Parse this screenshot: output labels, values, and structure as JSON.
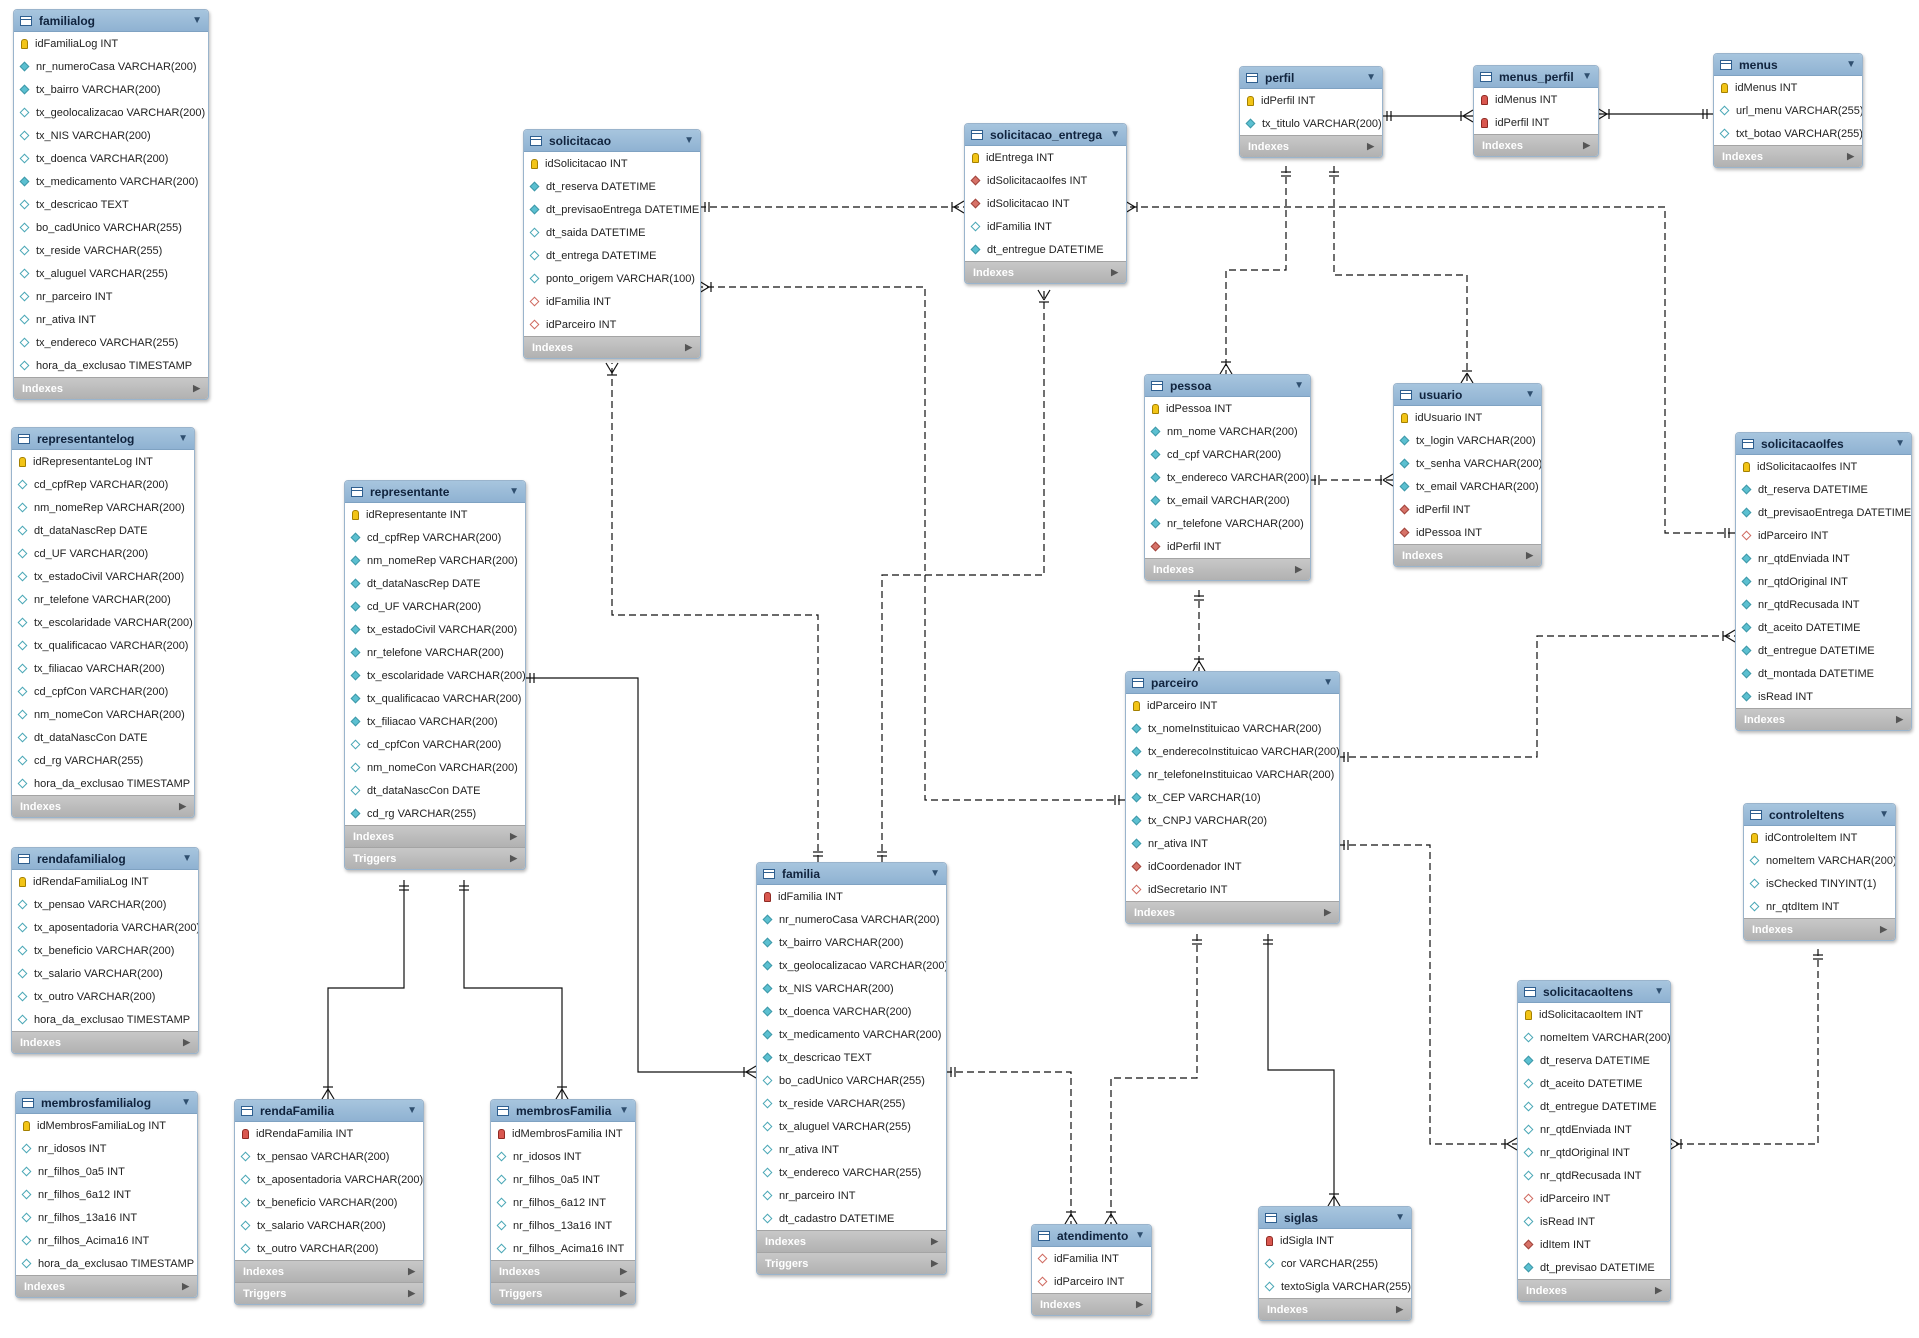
{
  "colors": {
    "header": "#97b9d6",
    "section": "#bcbcbc",
    "line": "#111111",
    "primary_key": "#f2c417",
    "not_null": "#5bc0d1",
    "foreign_key": "#d77268"
  },
  "icons": {
    "table": "table-icon",
    "menu": "chevron-down-icon",
    "section": "chevron-right-icon",
    "primary_key": "key-icon",
    "column": "diamond-icon"
  },
  "tables": [
    {
      "id": "familialog",
      "name": "familialog",
      "columns": [
        {
          "text": "idFamiliaLog INT",
          "kind": "pk"
        },
        {
          "text": "nr_numeroCasa VARCHAR(200)",
          "kind": "nn"
        },
        {
          "text": "tx_bairro VARCHAR(200)",
          "kind": "nn"
        },
        {
          "text": "tx_geolocalizacao VARCHAR(200)",
          "kind": "nul"
        },
        {
          "text": "tx_NIS VARCHAR(200)",
          "kind": "nul"
        },
        {
          "text": "tx_doenca VARCHAR(200)",
          "kind": "nul"
        },
        {
          "text": "tx_medicamento VARCHAR(200)",
          "kind": "nn"
        },
        {
          "text": "tx_descricao TEXT",
          "kind": "nul"
        },
        {
          "text": "bo_cadUnico VARCHAR(255)",
          "kind": "nul"
        },
        {
          "text": "tx_reside VARCHAR(255)",
          "kind": "nul"
        },
        {
          "text": "tx_aluguel VARCHAR(255)",
          "kind": "nul"
        },
        {
          "text": "nr_parceiro INT",
          "kind": "nul"
        },
        {
          "text": "nr_ativa INT",
          "kind": "nul"
        },
        {
          "text": "tx_endereco VARCHAR(255)",
          "kind": "nul"
        },
        {
          "text": "hora_da_exclusao TIMESTAMP",
          "kind": "nul"
        }
      ],
      "sections": [
        "Indexes"
      ]
    },
    {
      "id": "representantelog",
      "name": "representantelog",
      "columns": [
        {
          "text": "idRepresentanteLog INT",
          "kind": "pk"
        },
        {
          "text": "cd_cpfRep VARCHAR(200)",
          "kind": "nul"
        },
        {
          "text": "nm_nomeRep VARCHAR(200)",
          "kind": "nul"
        },
        {
          "text": "dt_dataNascRep DATE",
          "kind": "nul"
        },
        {
          "text": "cd_UF VARCHAR(200)",
          "kind": "nul"
        },
        {
          "text": "tx_estadoCivil VARCHAR(200)",
          "kind": "nul"
        },
        {
          "text": "nr_telefone VARCHAR(200)",
          "kind": "nul"
        },
        {
          "text": "tx_escolaridade VARCHAR(200)",
          "kind": "nul"
        },
        {
          "text": "tx_qualificacao VARCHAR(200)",
          "kind": "nul"
        },
        {
          "text": "tx_filiacao VARCHAR(200)",
          "kind": "nul"
        },
        {
          "text": "cd_cpfCon VARCHAR(200)",
          "kind": "nul"
        },
        {
          "text": "nm_nomeCon VARCHAR(200)",
          "kind": "nul"
        },
        {
          "text": "dt_dataNascCon DATE",
          "kind": "nul"
        },
        {
          "text": "cd_rg VARCHAR(255)",
          "kind": "nul"
        },
        {
          "text": "hora_da_exclusao TIMESTAMP",
          "kind": "nul"
        }
      ],
      "sections": [
        "Indexes"
      ]
    },
    {
      "id": "rendafamilialog",
      "name": "rendafamilialog",
      "columns": [
        {
          "text": "idRendaFamiliaLog INT",
          "kind": "pk"
        },
        {
          "text": "tx_pensao VARCHAR(200)",
          "kind": "nul"
        },
        {
          "text": "tx_aposentadoria VARCHAR(200)",
          "kind": "nul"
        },
        {
          "text": "tx_beneficio VARCHAR(200)",
          "kind": "nul"
        },
        {
          "text": "tx_salario VARCHAR(200)",
          "kind": "nul"
        },
        {
          "text": "tx_outro VARCHAR(200)",
          "kind": "nul"
        },
        {
          "text": "hora_da_exclusao TIMESTAMP",
          "kind": "nul"
        }
      ],
      "sections": [
        "Indexes"
      ]
    },
    {
      "id": "membrosfamilialog",
      "name": "membrosfamilialog",
      "columns": [
        {
          "text": "idMembrosFamiliaLog INT",
          "kind": "pk"
        },
        {
          "text": "nr_idosos INT",
          "kind": "nul"
        },
        {
          "text": "nr_filhos_0a5 INT",
          "kind": "nul"
        },
        {
          "text": "nr_filhos_6a12 INT",
          "kind": "nul"
        },
        {
          "text": "nr_filhos_13a16 INT",
          "kind": "nul"
        },
        {
          "text": "nr_filhos_Acima16 INT",
          "kind": "nul"
        },
        {
          "text": "hora_da_exclusao TIMESTAMP",
          "kind": "nul"
        }
      ],
      "sections": [
        "Indexes"
      ]
    },
    {
      "id": "solicitacao",
      "name": "solicitacao",
      "columns": [
        {
          "text": "idSolicitacao INT",
          "kind": "pk"
        },
        {
          "text": "dt_reserva DATETIME",
          "kind": "nn"
        },
        {
          "text": "dt_previsaoEntrega DATETIME",
          "kind": "nn"
        },
        {
          "text": "dt_saida DATETIME",
          "kind": "nul"
        },
        {
          "text": "dt_entrega DATETIME",
          "kind": "nul"
        },
        {
          "text": "ponto_origem VARCHAR(100)",
          "kind": "nul"
        },
        {
          "text": "idFamilia INT",
          "kind": "fkn"
        },
        {
          "text": "idParceiro INT",
          "kind": "fkn"
        }
      ],
      "sections": [
        "Indexes"
      ]
    },
    {
      "id": "solicitacao_entrega",
      "name": "solicitacao_entrega",
      "columns": [
        {
          "text": "idEntrega INT",
          "kind": "pk"
        },
        {
          "text": "idSolicitacaoIfes INT",
          "kind": "fk"
        },
        {
          "text": "idSolicitacao INT",
          "kind": "fk"
        },
        {
          "text": "idFamilia INT",
          "kind": "nul"
        },
        {
          "text": "dt_entregue DATETIME",
          "kind": "nn"
        }
      ],
      "sections": [
        "Indexes"
      ]
    },
    {
      "id": "perfil",
      "name": "perfil",
      "columns": [
        {
          "text": "idPerfil INT",
          "kind": "pk"
        },
        {
          "text": "tx_titulo VARCHAR(200)",
          "kind": "nn"
        }
      ],
      "sections": [
        "Indexes"
      ]
    },
    {
      "id": "menus_perfil",
      "name": "menus_perfil",
      "columns": [
        {
          "text": "idMenus INT",
          "kind": "pkfk"
        },
        {
          "text": "idPerfil INT",
          "kind": "pkfk"
        }
      ],
      "sections": [
        "Indexes"
      ]
    },
    {
      "id": "menus",
      "name": "menus",
      "columns": [
        {
          "text": "idMenus INT",
          "kind": "pk"
        },
        {
          "text": "url_menu VARCHAR(255)",
          "kind": "nul"
        },
        {
          "text": "txt_botao VARCHAR(255)",
          "kind": "nul"
        }
      ],
      "sections": [
        "Indexes"
      ]
    },
    {
      "id": "pessoa",
      "name": "pessoa",
      "columns": [
        {
          "text": "idPessoa INT",
          "kind": "pk"
        },
        {
          "text": "nm_nome VARCHAR(200)",
          "kind": "nn"
        },
        {
          "text": "cd_cpf VARCHAR(200)",
          "kind": "nn"
        },
        {
          "text": "tx_endereco VARCHAR(200)",
          "kind": "nn"
        },
        {
          "text": "tx_email VARCHAR(200)",
          "kind": "nn"
        },
        {
          "text": "nr_telefone VARCHAR(200)",
          "kind": "nn"
        },
        {
          "text": "idPerfil INT",
          "kind": "fk"
        }
      ],
      "sections": [
        "Indexes"
      ]
    },
    {
      "id": "usuario",
      "name": "usuario",
      "columns": [
        {
          "text": "idUsuario INT",
          "kind": "pk"
        },
        {
          "text": "tx_login VARCHAR(200)",
          "kind": "nn"
        },
        {
          "text": "tx_senha VARCHAR(200)",
          "kind": "nn"
        },
        {
          "text": "tx_email VARCHAR(200)",
          "kind": "nn"
        },
        {
          "text": "idPerfil INT",
          "kind": "fk"
        },
        {
          "text": "idPessoa INT",
          "kind": "fk"
        }
      ],
      "sections": [
        "Indexes"
      ]
    },
    {
      "id": "solicitacaoIfes",
      "name": "solicitacaoIfes",
      "columns": [
        {
          "text": "idSolicitacaoIfes INT",
          "kind": "pk"
        },
        {
          "text": "dt_reserva DATETIME",
          "kind": "nn"
        },
        {
          "text": "dt_previsaoEntrega DATETIME",
          "kind": "nn"
        },
        {
          "text": "idParceiro INT",
          "kind": "fkn"
        },
        {
          "text": "nr_qtdEnviada INT",
          "kind": "nn"
        },
        {
          "text": "nr_qtdOriginal INT",
          "kind": "nn"
        },
        {
          "text": "nr_qtdRecusada INT",
          "kind": "nn"
        },
        {
          "text": "dt_aceito DATETIME",
          "kind": "nn"
        },
        {
          "text": "dt_entregue DATETIME",
          "kind": "nn"
        },
        {
          "text": "dt_montada DATETIME",
          "kind": "nn"
        },
        {
          "text": "isRead INT",
          "kind": "nn"
        }
      ],
      "sections": [
        "Indexes"
      ]
    },
    {
      "id": "representante",
      "name": "representante",
      "columns": [
        {
          "text": "idRepresentante INT",
          "kind": "pk"
        },
        {
          "text": "cd_cpfRep VARCHAR(200)",
          "kind": "nn"
        },
        {
          "text": "nm_nomeRep VARCHAR(200)",
          "kind": "nn"
        },
        {
          "text": "dt_dataNascRep DATE",
          "kind": "nn"
        },
        {
          "text": "cd_UF VARCHAR(200)",
          "kind": "nn"
        },
        {
          "text": "tx_estadoCivil VARCHAR(200)",
          "kind": "nn"
        },
        {
          "text": "nr_telefone VARCHAR(200)",
          "kind": "nn"
        },
        {
          "text": "tx_escolaridade VARCHAR(200)",
          "kind": "nn"
        },
        {
          "text": "tx_qualificacao VARCHAR(200)",
          "kind": "nn"
        },
        {
          "text": "tx_filiacao VARCHAR(200)",
          "kind": "nn"
        },
        {
          "text": "cd_cpfCon VARCHAR(200)",
          "kind": "nul"
        },
        {
          "text": "nm_nomeCon VARCHAR(200)",
          "kind": "nul"
        },
        {
          "text": "dt_dataNascCon DATE",
          "kind": "nul"
        },
        {
          "text": "cd_rg VARCHAR(255)",
          "kind": "nn"
        }
      ],
      "sections": [
        "Indexes",
        "Triggers"
      ]
    },
    {
      "id": "parceiro",
      "name": "parceiro",
      "columns": [
        {
          "text": "idParceiro INT",
          "kind": "pk"
        },
        {
          "text": "tx_nomeInstituicao VARCHAR(200)",
          "kind": "nn"
        },
        {
          "text": "tx_enderecoInstituicao VARCHAR(200)",
          "kind": "nn"
        },
        {
          "text": "nr_telefoneInstituicao VARCHAR(200)",
          "kind": "nn"
        },
        {
          "text": "tx_CEP VARCHAR(10)",
          "kind": "nn"
        },
        {
          "text": "tx_CNPJ VARCHAR(20)",
          "kind": "nn"
        },
        {
          "text": "nr_ativa INT",
          "kind": "nn"
        },
        {
          "text": "idCoordenador INT",
          "kind": "fk"
        },
        {
          "text": "idSecretario INT",
          "kind": "fkn"
        }
      ],
      "sections": [
        "Indexes"
      ]
    },
    {
      "id": "controleItens",
      "name": "controleItens",
      "columns": [
        {
          "text": "idControleItem INT",
          "kind": "pk"
        },
        {
          "text": "nomeItem VARCHAR(200)",
          "kind": "nul"
        },
        {
          "text": "isChecked TINYINT(1)",
          "kind": "nul"
        },
        {
          "text": "nr_qtdItem INT",
          "kind": "nul"
        }
      ],
      "sections": [
        "Indexes"
      ]
    },
    {
      "id": "familia",
      "name": "familia",
      "columns": [
        {
          "text": "idFamilia INT",
          "kind": "pkfk"
        },
        {
          "text": "nr_numeroCasa VARCHAR(200)",
          "kind": "nn"
        },
        {
          "text": "tx_bairro VARCHAR(200)",
          "kind": "nn"
        },
        {
          "text": "tx_geolocalizacao VARCHAR(200)",
          "kind": "nn"
        },
        {
          "text": "tx_NIS VARCHAR(200)",
          "kind": "nn"
        },
        {
          "text": "tx_doenca VARCHAR(200)",
          "kind": "nn"
        },
        {
          "text": "tx_medicamento VARCHAR(200)",
          "kind": "nn"
        },
        {
          "text": "tx_descricao TEXT",
          "kind": "nn"
        },
        {
          "text": "bo_cadUnico VARCHAR(255)",
          "kind": "nul"
        },
        {
          "text": "tx_reside VARCHAR(255)",
          "kind": "nul"
        },
        {
          "text": "tx_aluguel VARCHAR(255)",
          "kind": "nul"
        },
        {
          "text": "nr_ativa INT",
          "kind": "nul"
        },
        {
          "text": "tx_endereco VARCHAR(255)",
          "kind": "nul"
        },
        {
          "text": "nr_parceiro INT",
          "kind": "nul"
        },
        {
          "text": "dt_cadastro DATETIME",
          "kind": "nul"
        }
      ],
      "sections": [
        "Indexes",
        "Triggers"
      ]
    },
    {
      "id": "rendaFamilia",
      "name": "rendaFamilia",
      "columns": [
        {
          "text": "idRendaFamilia INT",
          "kind": "pkfk"
        },
        {
          "text": "tx_pensao VARCHAR(200)",
          "kind": "nul"
        },
        {
          "text": "tx_aposentadoria VARCHAR(200)",
          "kind": "nul"
        },
        {
          "text": "tx_beneficio VARCHAR(200)",
          "kind": "nul"
        },
        {
          "text": "tx_salario VARCHAR(200)",
          "kind": "nul"
        },
        {
          "text": "tx_outro VARCHAR(200)",
          "kind": "nul"
        }
      ],
      "sections": [
        "Indexes",
        "Triggers"
      ]
    },
    {
      "id": "membrosFamilia",
      "name": "membrosFamilia",
      "columns": [
        {
          "text": "idMembrosFamilia INT",
          "kind": "pkfk"
        },
        {
          "text": "nr_idosos INT",
          "kind": "nul"
        },
        {
          "text": "nr_filhos_0a5 INT",
          "kind": "nul"
        },
        {
          "text": "nr_filhos_6a12 INT",
          "kind": "nul"
        },
        {
          "text": "nr_filhos_13a16 INT",
          "kind": "nul"
        },
        {
          "text": "nr_filhos_Acima16 INT",
          "kind": "nul"
        }
      ],
      "sections": [
        "Indexes",
        "Triggers"
      ]
    },
    {
      "id": "atendimento",
      "name": "atendimento",
      "columns": [
        {
          "text": "idFamilia INT",
          "kind": "fkn"
        },
        {
          "text": "idParceiro INT",
          "kind": "fkn"
        }
      ],
      "sections": [
        "Indexes"
      ]
    },
    {
      "id": "siglas",
      "name": "siglas",
      "columns": [
        {
          "text": "idSigla INT",
          "kind": "pkfk"
        },
        {
          "text": "cor VARCHAR(255)",
          "kind": "nul"
        },
        {
          "text": "textoSigla VARCHAR(255)",
          "kind": "nul"
        }
      ],
      "sections": [
        "Indexes"
      ]
    },
    {
      "id": "solicitacaoItens",
      "name": "solicitacaoItens",
      "columns": [
        {
          "text": "idSolicitacaoItem INT",
          "kind": "pk"
        },
        {
          "text": "nomeItem VARCHAR(200)",
          "kind": "nul"
        },
        {
          "text": "dt_reserva DATETIME",
          "kind": "nn"
        },
        {
          "text": "dt_aceito DATETIME",
          "kind": "nul"
        },
        {
          "text": "dt_entregue DATETIME",
          "kind": "nul"
        },
        {
          "text": "nr_qtdEnviada INT",
          "kind": "nul"
        },
        {
          "text": "nr_qtdOriginal INT",
          "kind": "nul"
        },
        {
          "text": "nr_qtdRecusada INT",
          "kind": "nul"
        },
        {
          "text": "idParceiro INT",
          "kind": "fkn"
        },
        {
          "text": "isRead INT",
          "kind": "nul"
        },
        {
          "text": "idItem INT",
          "kind": "fk"
        },
        {
          "text": "dt_previsao DATETIME",
          "kind": "nn"
        }
      ],
      "sections": [
        "Indexes"
      ]
    }
  ],
  "relationships": [
    {
      "from": "perfil",
      "to": "menus_perfil",
      "style": "solid"
    },
    {
      "from": "menus",
      "to": "menus_perfil",
      "style": "solid"
    },
    {
      "from": "perfil",
      "to": "pessoa",
      "style": "dashed"
    },
    {
      "from": "perfil",
      "to": "usuario",
      "style": "dashed"
    },
    {
      "from": "pessoa",
      "to": "usuario",
      "style": "dashed"
    },
    {
      "from": "pessoa",
      "to": "parceiro",
      "style": "dashed"
    },
    {
      "from": "solicitacao",
      "to": "solicitacao_entrega",
      "style": "dashed"
    },
    {
      "from": "solicitacaoIfes",
      "to": "solicitacao_entrega",
      "style": "dashed"
    },
    {
      "from": "familia",
      "to": "solicitacao",
      "style": "dashed"
    },
    {
      "from": "parceiro",
      "to": "solicitacao",
      "style": "dashed"
    },
    {
      "from": "familia",
      "to": "solicitacao_entrega",
      "style": "dashed"
    },
    {
      "from": "parceiro",
      "to": "solicitacaoIfes",
      "style": "dashed"
    },
    {
      "from": "representante",
      "to": "familia",
      "style": "solid"
    },
    {
      "from": "representante",
      "to": "rendaFamilia",
      "style": "solid"
    },
    {
      "from": "representante",
      "to": "membrosFamilia",
      "style": "solid"
    },
    {
      "from": "familia",
      "to": "atendimento",
      "style": "dashed"
    },
    {
      "from": "parceiro",
      "to": "atendimento",
      "style": "dashed"
    },
    {
      "from": "parceiro",
      "to": "siglas",
      "style": "solid"
    },
    {
      "from": "parceiro",
      "to": "solicitacaoItens",
      "style": "dashed"
    },
    {
      "from": "controleItens",
      "to": "solicitacaoItens",
      "style": "dashed"
    }
  ]
}
